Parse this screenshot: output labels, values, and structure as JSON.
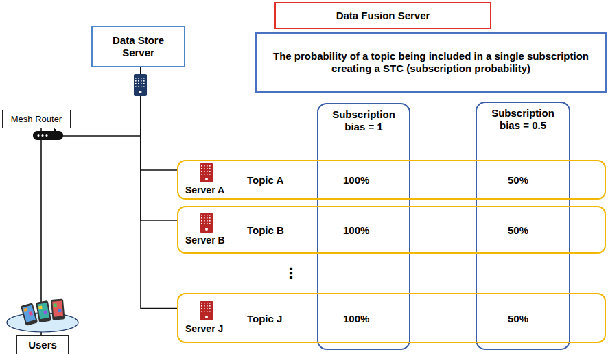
{
  "diagram": {
    "nodes": [
      {
        "text": [
          "Data Fusion Server"
        ]
      },
      {
        "text": [
          "The probability of a topic being included in a single subscription creating a STC (subscription probability)"
        ]
      },
      {
        "text": [
          "Data Store Server"
        ]
      },
      {
        "text": [
          "Mesh Router"
        ]
      },
      {
        "text": [
          "Subscription bias = 1"
        ]
      },
      {
        "text": [
          "Subscription bias = 0.5"
        ]
      },
      {
        "text": [
          "Server A",
          "Topic A",
          "100%",
          "50%"
        ]
      },
      {
        "text": [
          "Server B",
          "Topic B",
          "100%",
          "50%"
        ]
      },
      {
        "text": [
          "Server J",
          "Topic J",
          "100%",
          "50%"
        ]
      },
      {
        "text": [
          "Users"
        ]
      }
    ],
    "edges": [
      {
        "from": 3,
        "to": 2,
        "arrow": "none"
      },
      {
        "from": 3,
        "to": 9,
        "arrow": "none"
      },
      {
        "from": 2,
        "to": 6,
        "arrow": "none"
      },
      {
        "from": 2,
        "to": 7,
        "arrow": "none"
      },
      {
        "from": 2,
        "to": 8,
        "arrow": "none"
      }
    ],
    "labels": [
      "⋮"
    ]
  }
}
